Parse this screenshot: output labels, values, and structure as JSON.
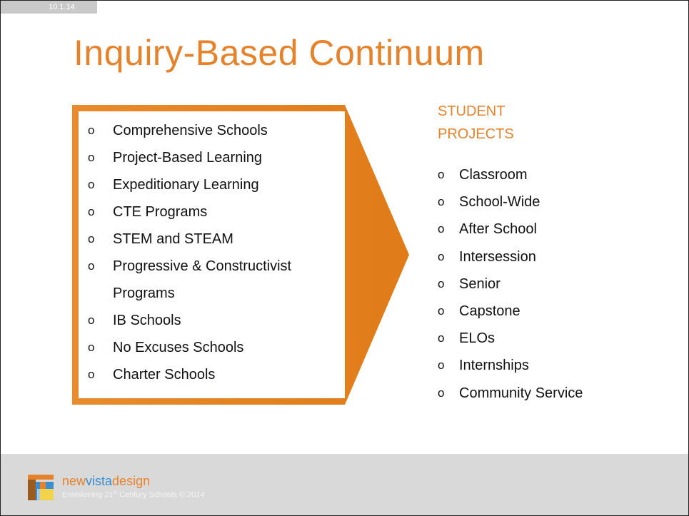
{
  "header": {
    "date": "10.1.14",
    "title": "Inquiry-Based Continuum"
  },
  "left_list": {
    "bullet": "o",
    "items": [
      "Comprehensive Schools",
      "Project-Based Learning",
      "Expeditionary Learning",
      "CTE Programs",
      "STEM and STEAM",
      "Progressive & Constructivist Programs",
      "IB Schools",
      "No Excuses Schools",
      "Charter Schools"
    ]
  },
  "right_list": {
    "heading": "STUDENT PROJECTS",
    "bullet": "o",
    "items": [
      "Classroom",
      "School-Wide",
      "After School",
      "Intersession",
      "Senior",
      "Capstone",
      "ELOs",
      "Internships",
      "Community Service"
    ]
  },
  "footer": {
    "brand_new": "new",
    "brand_vista": "vista",
    "brand_design": "design",
    "tagline_prefix": "Envisioning 21",
    "tagline_sup": "st",
    "tagline_suffix": " Century Schools",
    "tagline_copyright": "© 2014"
  },
  "colors": {
    "accent_orange": "#e5832d",
    "vista_blue": "#3b8ed1",
    "footer_gray": "#d9d9d9"
  },
  "icons": [
    "logo-mark-icon"
  ]
}
